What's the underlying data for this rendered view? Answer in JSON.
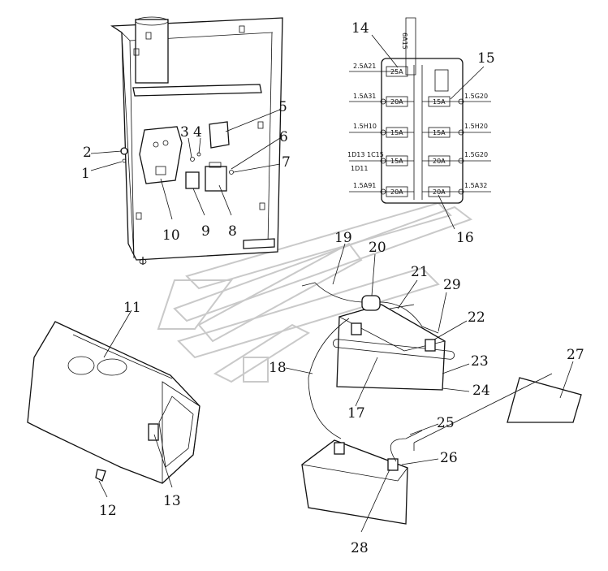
{
  "callouts": {
    "c1": "1",
    "c2": "2",
    "c3": "3",
    "c4": "4",
    "c5": "5",
    "c6": "6",
    "c7": "7",
    "c8": "8",
    "c9": "9",
    "c10": "10",
    "c11": "11",
    "c12": "12",
    "c13": "13",
    "c14": "14",
    "c15": "15",
    "c16": "16",
    "c17": "17",
    "c18": "18",
    "c19": "19",
    "c20": "20",
    "c21": "21",
    "c22": "22",
    "c23": "23",
    "c24": "24",
    "c25": "25",
    "c26": "26",
    "c27": "27",
    "c28": "28",
    "c29": "29"
  },
  "fuse_box": {
    "top_wire": "6A15",
    "left_wires": [
      "2.5A21",
      "1.5A31",
      "1.5H10",
      "1D13 1C15",
      "1D11",
      "1.5A91"
    ],
    "right_wires": [
      "1.5G20",
      "1.5H20",
      "1.5G20",
      "1.5A32"
    ],
    "left_fuses": [
      "25A",
      "20A",
      "15A",
      "15A",
      "20A"
    ],
    "right_fuses": [
      "15A",
      "15A",
      "20A",
      "20A"
    ]
  }
}
